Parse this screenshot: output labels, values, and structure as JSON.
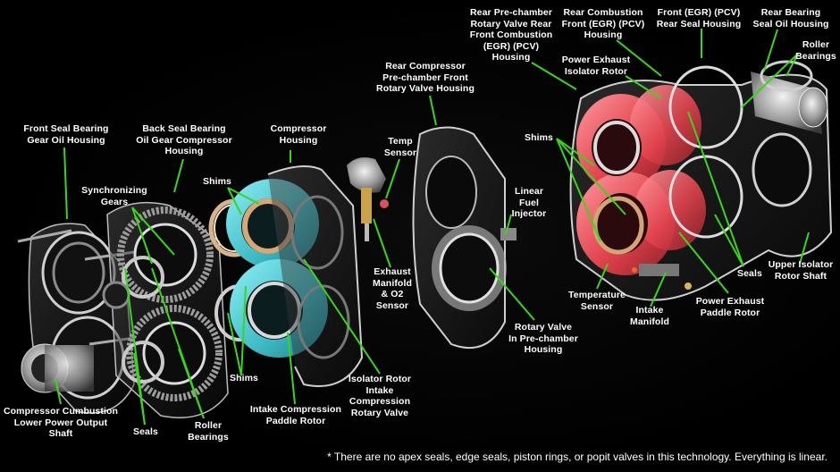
{
  "labels": {
    "front_seal_housing": "Front Seal Bearing\nGear Oil Housing",
    "back_seal_housing": "Back Seal Bearing\nOil Gear Compressor\nHousing",
    "compressor_housing": "Compressor\nHousing",
    "sync_gears": "Synchronizing\nGears",
    "shims_left": "Shims",
    "temp_sensor": "Temp\nSensor",
    "rear_compressor_housing": "Rear Compressor\nPre-chamber Front\nRotary Valve Housing",
    "linear_fuel_injector": "Linear\nFuel\nInjector",
    "exhaust_manifold": "Exhaust\nManifold\n& O2\nSensor",
    "rotary_valve_housing": "Rotary Valve\nIn Pre-chamber\nHousing",
    "rear_prechamber": "Rear Pre-chamber\nRotary Valve Rear\nFront Combustion\n(EGR) (PCV)\nHousing",
    "rear_combustion_front": "Rear Combustion\nFront (EGR) (PCV)\nHousing",
    "front_egr_rear_seal": "Front (EGR) (PCV)\nRear Seal Housing",
    "rear_bearing_seal_oil": "Rear Bearing\nSeal Oil Housing",
    "roller_bearings_right": "Roller\nBearings",
    "power_exhaust_isolator": "Power Exhaust\nIsolator Rotor",
    "shims_right": "Shims",
    "seals_right": "Seals",
    "upper_isolator_shaft": "Upper Isolator\nRotor Shaft",
    "temperature_sensor": "Temperature\nSensor",
    "intake_manifold": "Intake\nManifold",
    "power_exhaust_paddle": "Power Exhaust\nPaddle Rotor",
    "shims_bottom": "Shims",
    "intake_compression_paddle": "Intake Compression\nPaddle Rotor",
    "isolator_rotor_intake": "Isolator Rotor\nIntake\nCompression\nRotary Valve",
    "compressor_shaft": "Compressor Cumbustion\nLower Power Output\nShaft",
    "seals_left": "Seals",
    "roller_bearings_left": "Roller\nBearings"
  },
  "footnote": "* There are no apex seals, edge seals, piston rings, or popit valves in this technology. Everything is linear.",
  "colors": {
    "background": "#000000",
    "leader_lines": "#39d61c",
    "compression_rotor": "#49c7d0",
    "power_rotor": "#e84b55",
    "housing": "#a9a9a9"
  }
}
